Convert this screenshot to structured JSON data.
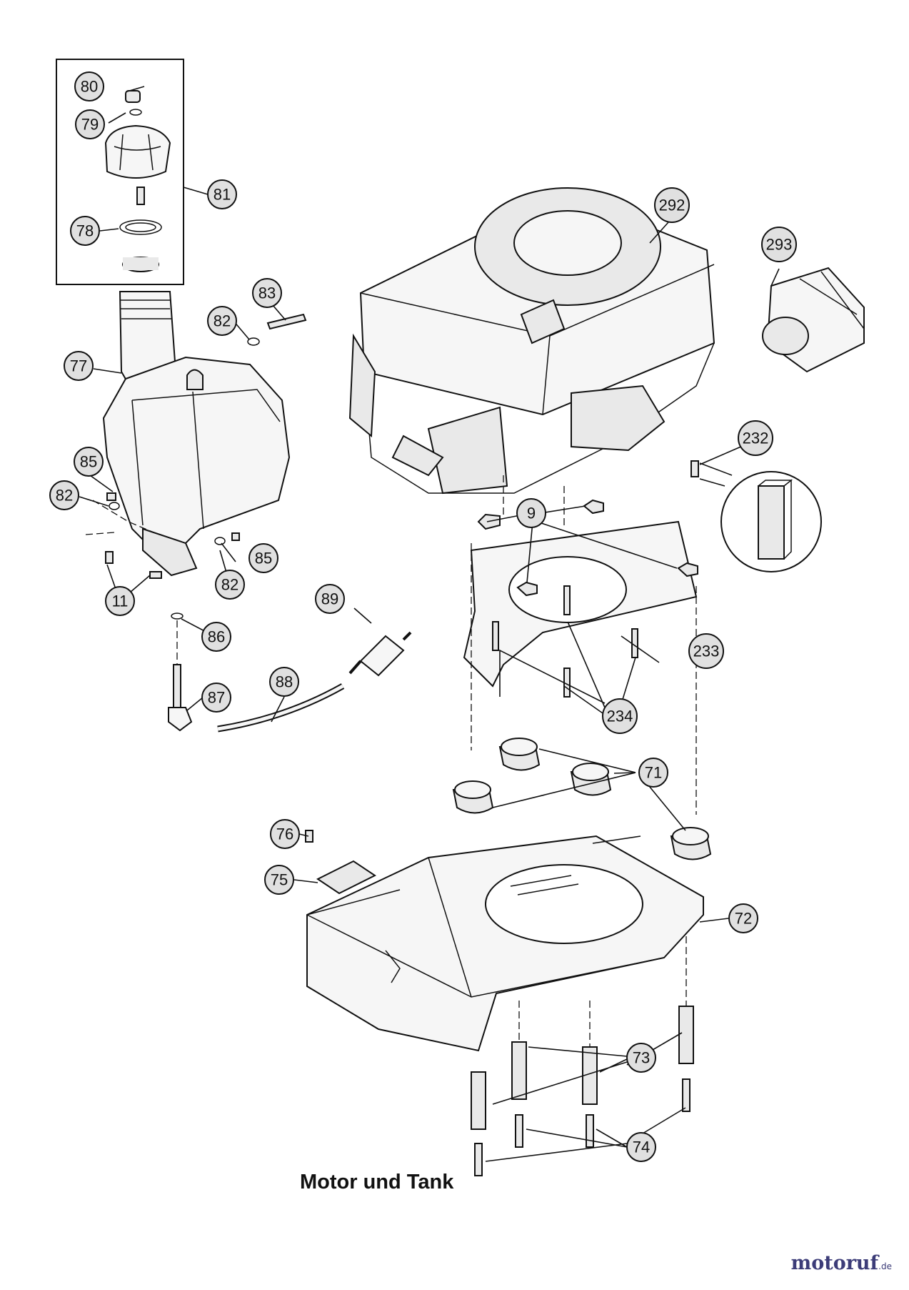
{
  "diagram": {
    "caption": "Motor und Tank",
    "watermark": {
      "name": "motoruf",
      "suffix": ".de"
    },
    "callouts": [
      {
        "id": "c80",
        "label": "80"
      },
      {
        "id": "c79",
        "label": "79"
      },
      {
        "id": "c81",
        "label": "81"
      },
      {
        "id": "c78",
        "label": "78"
      },
      {
        "id": "c83",
        "label": "83"
      },
      {
        "id": "c82a",
        "label": "82"
      },
      {
        "id": "c77",
        "label": "77"
      },
      {
        "id": "c85a",
        "label": "85"
      },
      {
        "id": "c82b",
        "label": "82"
      },
      {
        "id": "c85b",
        "label": "85"
      },
      {
        "id": "c82c",
        "label": "82"
      },
      {
        "id": "c11",
        "label": "11"
      },
      {
        "id": "c86",
        "label": "86"
      },
      {
        "id": "c89",
        "label": "89"
      },
      {
        "id": "c88",
        "label": "88"
      },
      {
        "id": "c87",
        "label": "87"
      },
      {
        "id": "c292",
        "label": "292"
      },
      {
        "id": "c293",
        "label": "293"
      },
      {
        "id": "c232",
        "label": "232"
      },
      {
        "id": "c9",
        "label": "9"
      },
      {
        "id": "c233",
        "label": "233"
      },
      {
        "id": "c234",
        "label": "234"
      },
      {
        "id": "c71",
        "label": "71"
      },
      {
        "id": "c76",
        "label": "76"
      },
      {
        "id": "c75",
        "label": "75"
      },
      {
        "id": "c72",
        "label": "72"
      },
      {
        "id": "c73",
        "label": "73"
      },
      {
        "id": "c74",
        "label": "74"
      }
    ]
  }
}
